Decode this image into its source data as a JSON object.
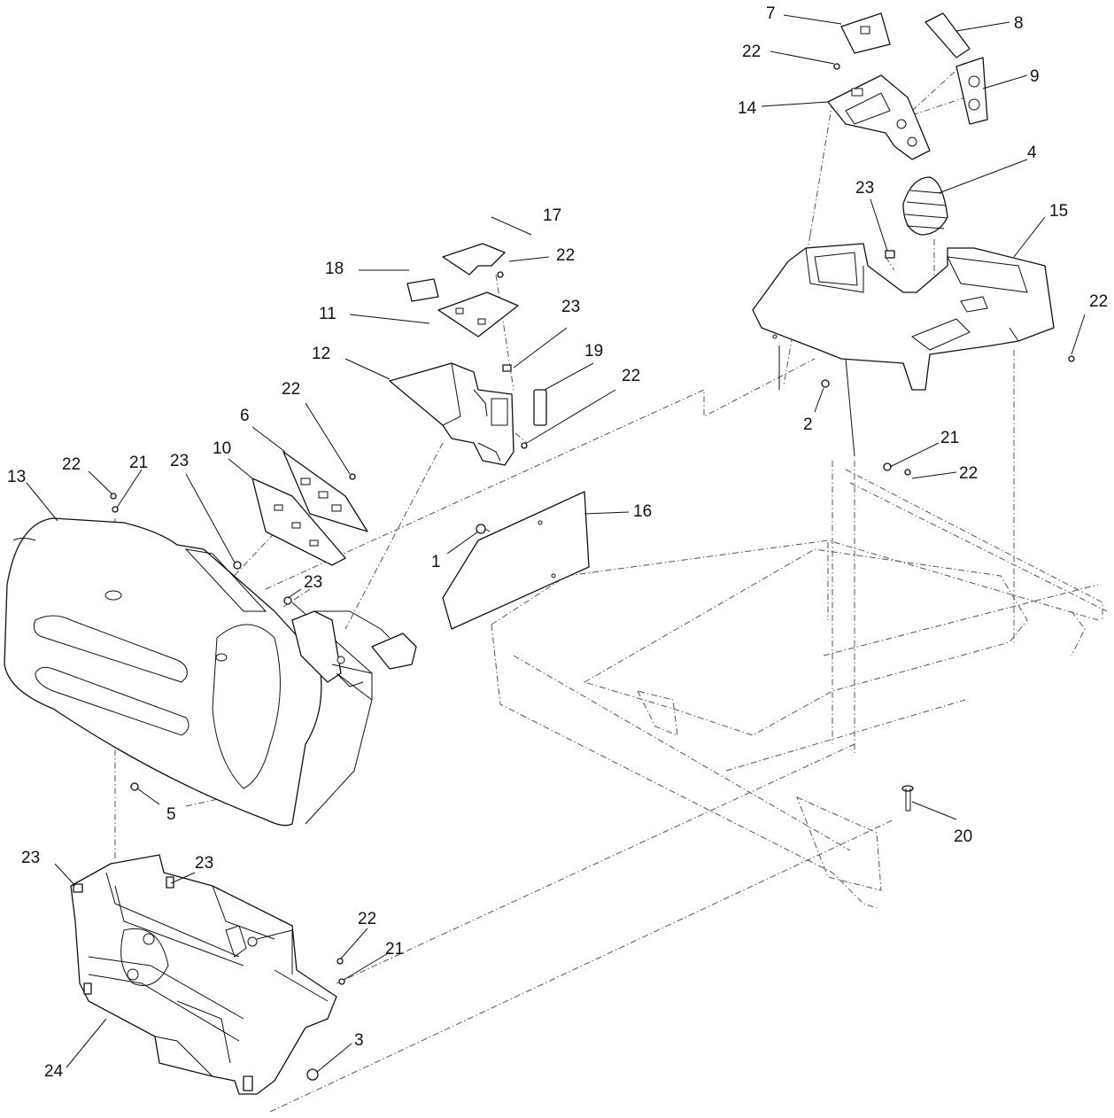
{
  "callouts": [
    "1",
    "2",
    "3",
    "4",
    "5",
    "6",
    "7",
    "8",
    "9",
    "10",
    "11",
    "12",
    "13",
    "14",
    "15",
    "16",
    "17",
    "18",
    "19",
    "20",
    "21",
    "22",
    "23",
    "24"
  ],
  "extra_labels": {
    "n22": [
      "22",
      "22",
      "22",
      "22",
      "22",
      "22",
      "22",
      "22"
    ],
    "n23": [
      "23",
      "23",
      "23",
      "23",
      "23",
      "23"
    ],
    "n21": [
      "21",
      "21",
      "21"
    ]
  }
}
